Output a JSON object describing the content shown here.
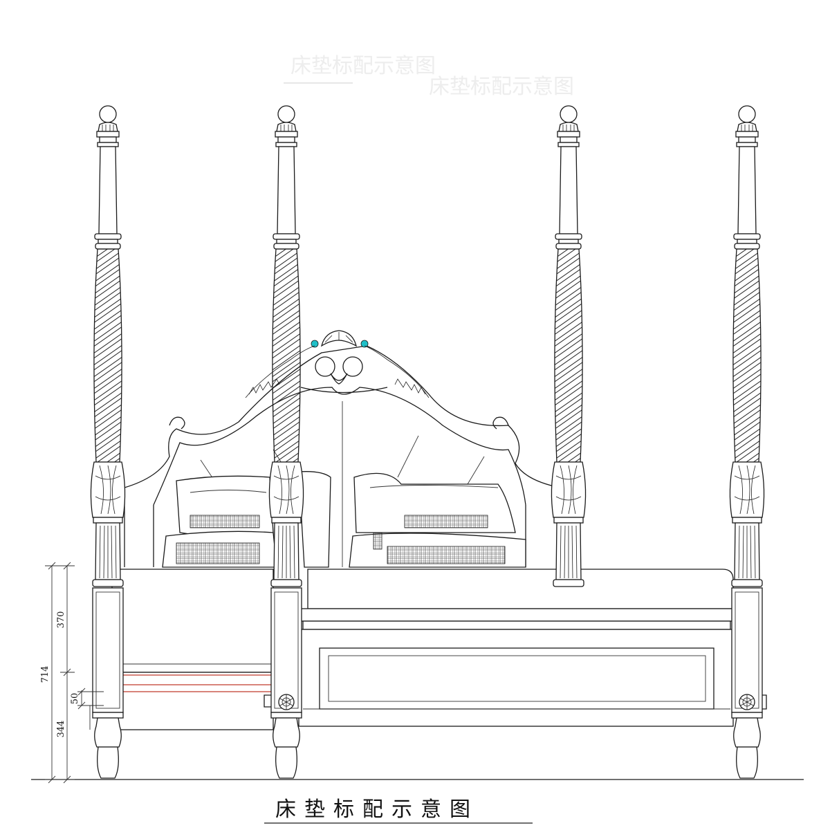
{
  "caption": "床垫标配示意图",
  "ghost_title": "床垫标配示意图",
  "dimensions": {
    "total": "714",
    "upper": "370",
    "lower": "344",
    "small": "50"
  },
  "colors": {
    "line": "#1a1a1a",
    "accent_red": "#c0392b",
    "accent_teal": "#20c0c8"
  }
}
